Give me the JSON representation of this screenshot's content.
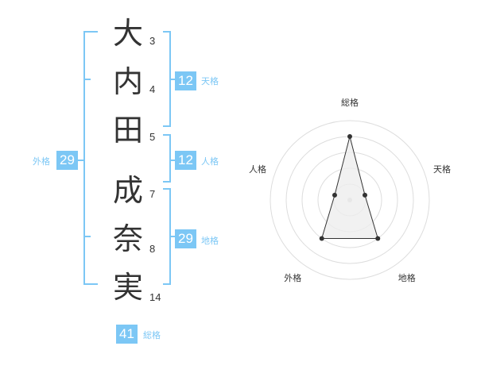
{
  "name_chars": [
    {
      "char": "大",
      "strokes": "3"
    },
    {
      "char": "内",
      "strokes": "4"
    },
    {
      "char": "田",
      "strokes": "5"
    },
    {
      "char": "成",
      "strokes": "7"
    },
    {
      "char": "奈",
      "strokes": "8"
    },
    {
      "char": "実",
      "strokes": "14"
    }
  ],
  "fortunes": {
    "tenkaku": {
      "value": "12",
      "label": "天格"
    },
    "jinkaku": {
      "value": "12",
      "label": "人格"
    },
    "chikaku": {
      "value": "29",
      "label": "地格"
    },
    "gaikaku": {
      "value": "29",
      "label": "外格"
    },
    "soukaku": {
      "value": "41",
      "label": "総格"
    }
  },
  "chart_data": {
    "type": "radar",
    "axes": [
      "総格",
      "天格",
      "地格",
      "外格",
      "人格"
    ],
    "values": [
      4,
      1,
      3,
      3,
      1
    ],
    "max": 5,
    "rings": 5,
    "grid": true,
    "colors": {
      "fill": "#eeeeee",
      "stroke": "#333333",
      "grid": "#dddddd",
      "accent": "#7cc7f5"
    }
  }
}
